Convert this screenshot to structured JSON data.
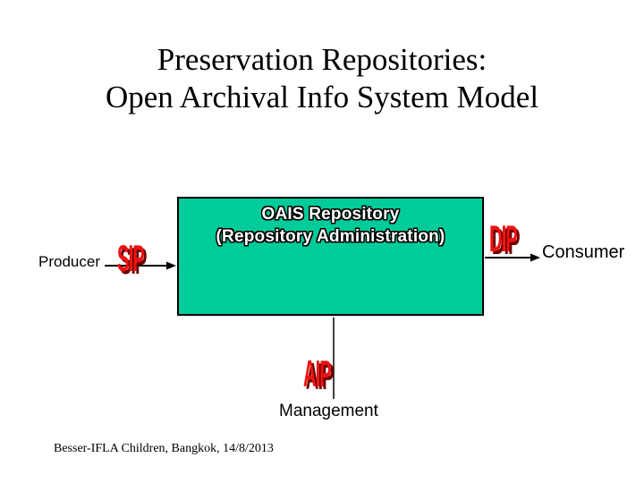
{
  "slide": {
    "title_line1": "Preservation Repositories:",
    "title_line2": "Open Archival Info System Model",
    "footer": "Besser-IFLA Children, Bangkok, 14/8/2013"
  },
  "diagram": {
    "box": {
      "line1": "OAIS Repository",
      "line2": "(Repository Administration)"
    },
    "labels": {
      "producer": "Producer",
      "consumer": "Consumer",
      "management": "Management",
      "sip": "SIP",
      "dip": "DIP",
      "aip": "AIP"
    },
    "colors": {
      "box_fill": "#00CC99",
      "box_border": "#000000",
      "box_text": "#FFFFFF",
      "box_text_outline": "#000000",
      "flow_label": "#EE1111",
      "flow_label_shadow": "#6E0000",
      "connector": "#000000"
    }
  }
}
